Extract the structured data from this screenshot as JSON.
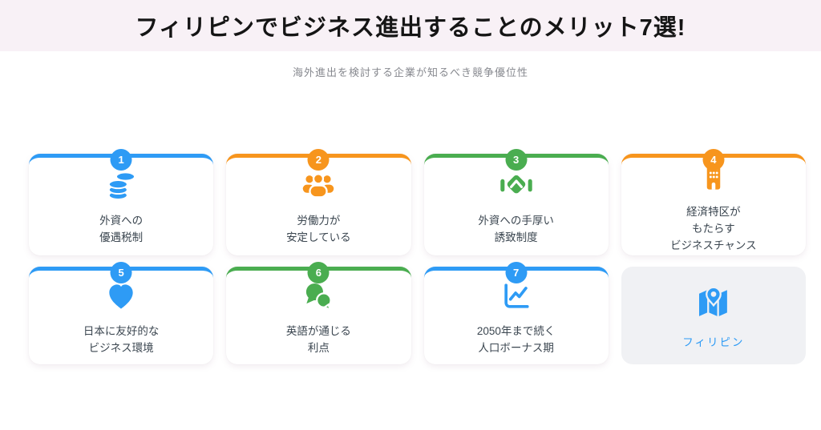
{
  "header": {
    "title": "フィリピンでビジネス進出することのメリット7選!",
    "subtitle": "海外進出を検討する企業が知るべき競争優位性"
  },
  "colors": {
    "blue": "#2E9BF5",
    "orange": "#F7951D",
    "green": "#4AAD50",
    "band_background": "#F8F1F6",
    "gray_card_background": "#F0F1F4",
    "label_text": "#3B4650"
  },
  "cards": [
    {
      "number": "1",
      "accent": "blue",
      "icon": "coins-icon",
      "lines": [
        "外資への",
        "優遇税制"
      ]
    },
    {
      "number": "2",
      "accent": "orange",
      "icon": "people-icon",
      "lines": [
        "労働力が",
        "安定している"
      ]
    },
    {
      "number": "3",
      "accent": "green",
      "icon": "handshake-icon",
      "lines": [
        "外資への手厚い",
        "誘致制度"
      ]
    },
    {
      "number": "4",
      "accent": "orange",
      "icon": "building-icon",
      "lines": [
        "経済特区が",
        "もたらす",
        "ビジネスチャンス"
      ]
    },
    {
      "number": "5",
      "accent": "blue",
      "icon": "heart-icon",
      "lines": [
        "日本に友好的な",
        "ビジネス環境"
      ]
    },
    {
      "number": "6",
      "accent": "green",
      "icon": "speech-bubbles-icon",
      "lines": [
        "英語が通じる",
        "利点"
      ]
    },
    {
      "number": "7",
      "accent": "blue",
      "icon": "chart-icon",
      "lines": [
        "2050年まで続く",
        "人口ボーナス期"
      ]
    }
  ],
  "footer_card": {
    "icon": "map-icon",
    "label": "フィリピン"
  }
}
